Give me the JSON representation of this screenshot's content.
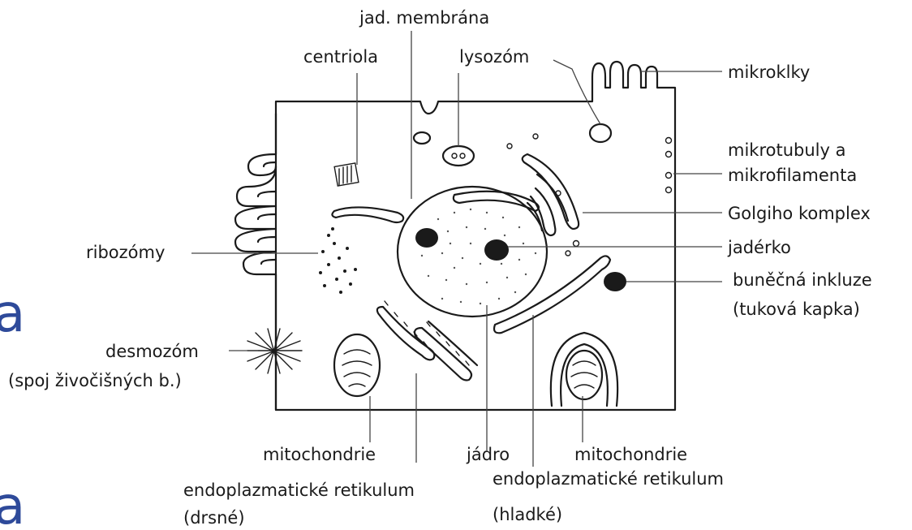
{
  "side_letters": {
    "top": "a",
    "bottom": "a"
  },
  "labels": {
    "jad_membrana": "jad. membrána",
    "centriola": "centriola",
    "lysozom": "lysozóm",
    "mikroklky": "mikroklky",
    "mikrotubuly_1": "mikrotubuly a",
    "mikrotubuly_2": "mikrofilamenta",
    "golgi": "Golgiho komplex",
    "jaderko": "jadérko",
    "inkluze_1": "buněčná inkluze",
    "inkluze_2": "(tuková kapka)",
    "ribozomy": "ribozómy",
    "desmozom": "desmozóm",
    "desmozom_2": "(spoj živočišných b.)",
    "mito_left": "mitochondrie",
    "er_rough": "endoplazmatické retikulum",
    "er_rough_2": "(drsné)",
    "jadro": "jádro",
    "mito_right": "mitochondrie",
    "er_smooth": "endoplazmatické retikulum",
    "er_smooth_2": "(hladké)"
  }
}
